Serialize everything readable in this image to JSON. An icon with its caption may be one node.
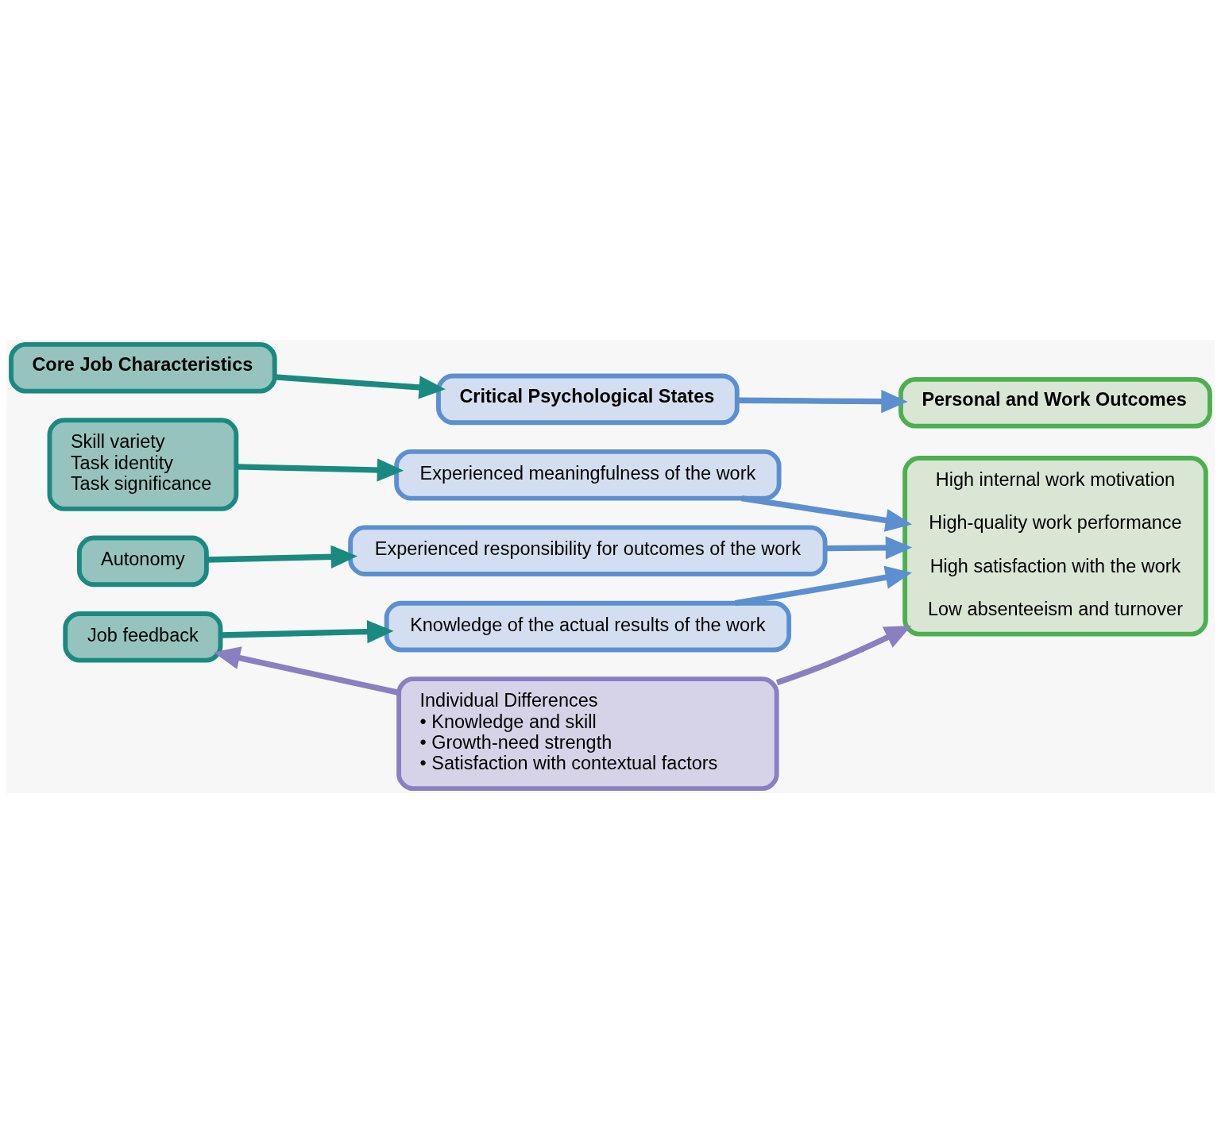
{
  "diagram": {
    "nodes": [
      {
        "text": [
          "Core Job Characteristics"
        ]
      },
      {
        "text": [
          "Critical Psychological States"
        ]
      },
      {
        "text": [
          "Personal and Work Outcomes"
        ]
      },
      {
        "text": [
          "Skill variety",
          "Task identity",
          "Task significance"
        ]
      },
      {
        "text": [
          "Autonomy"
        ]
      },
      {
        "text": [
          "Job feedback"
        ]
      },
      {
        "text": [
          "Experienced meaningfulness of the work"
        ]
      },
      {
        "text": [
          "Experienced responsibility for outcomes of the work"
        ]
      },
      {
        "text": [
          "Knowledge of the actual results of the work"
        ]
      },
      {
        "text": [
          "High internal work motivation",
          "High-quality work performance",
          "High satisfaction with the work",
          "Low absenteeism and turnover"
        ]
      },
      {
        "text": [
          "Individual Differences",
          "• Knowledge and skill",
          "• Growth-need strength",
          "• Satisfaction with contextual factors"
        ]
      }
    ],
    "edges": [
      {
        "from": 0,
        "to": 1,
        "arrow": "to"
      },
      {
        "from": 1,
        "to": 2,
        "arrow": "to",
        "color": "#5b8fd0"
      },
      {
        "from": 3,
        "to": 6,
        "arrow": "to"
      },
      {
        "from": 4,
        "to": 7,
        "arrow": "to"
      },
      {
        "from": 5,
        "to": 8,
        "arrow": "to"
      },
      {
        "from": 6,
        "to": 9,
        "arrow": "to",
        "color": "#5b8fd0"
      },
      {
        "from": 7,
        "to": 9,
        "arrow": "to",
        "color": "#5b8fd0"
      },
      {
        "from": 8,
        "to": 9,
        "arrow": "to",
        "color": "#5b8fd0"
      },
      {
        "from": 10,
        "to": 5,
        "arrow": "to",
        "color": "#8a7fc0"
      },
      {
        "from": 10,
        "to": 9,
        "arrow": "to",
        "color": "#8a7fc0"
      }
    ]
  }
}
